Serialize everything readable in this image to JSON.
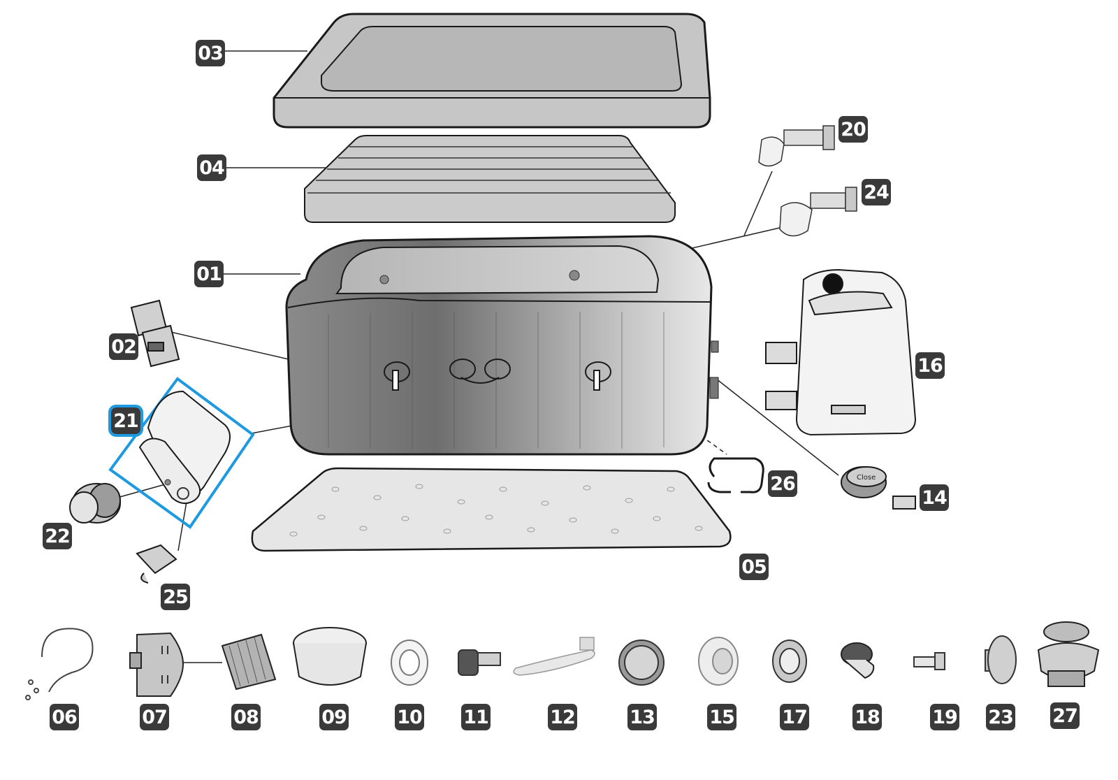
{
  "highlight": {
    "part": "21",
    "color": "#1e9be0"
  },
  "colors": {
    "badge": "#3a3a3a",
    "outline": "#1a1a1a",
    "part_fill": "#c8c8c8"
  },
  "labels": {
    "p01": "01",
    "p02": "02",
    "p03": "03",
    "p04": "04",
    "p05": "05",
    "p06": "06",
    "p07": "07",
    "p08": "08",
    "p09": "09",
    "p10": "10",
    "p11": "11",
    "p12": "12",
    "p13": "13",
    "p14": "14",
    "p15": "15",
    "p16": "16",
    "p17": "17",
    "p18": "18",
    "p19": "19",
    "p20": "20",
    "p21": "21",
    "p22": "22",
    "p23": "23",
    "p24": "24",
    "p25": "25",
    "p26": "26",
    "p27": "27"
  },
  "drain_text": "Close"
}
